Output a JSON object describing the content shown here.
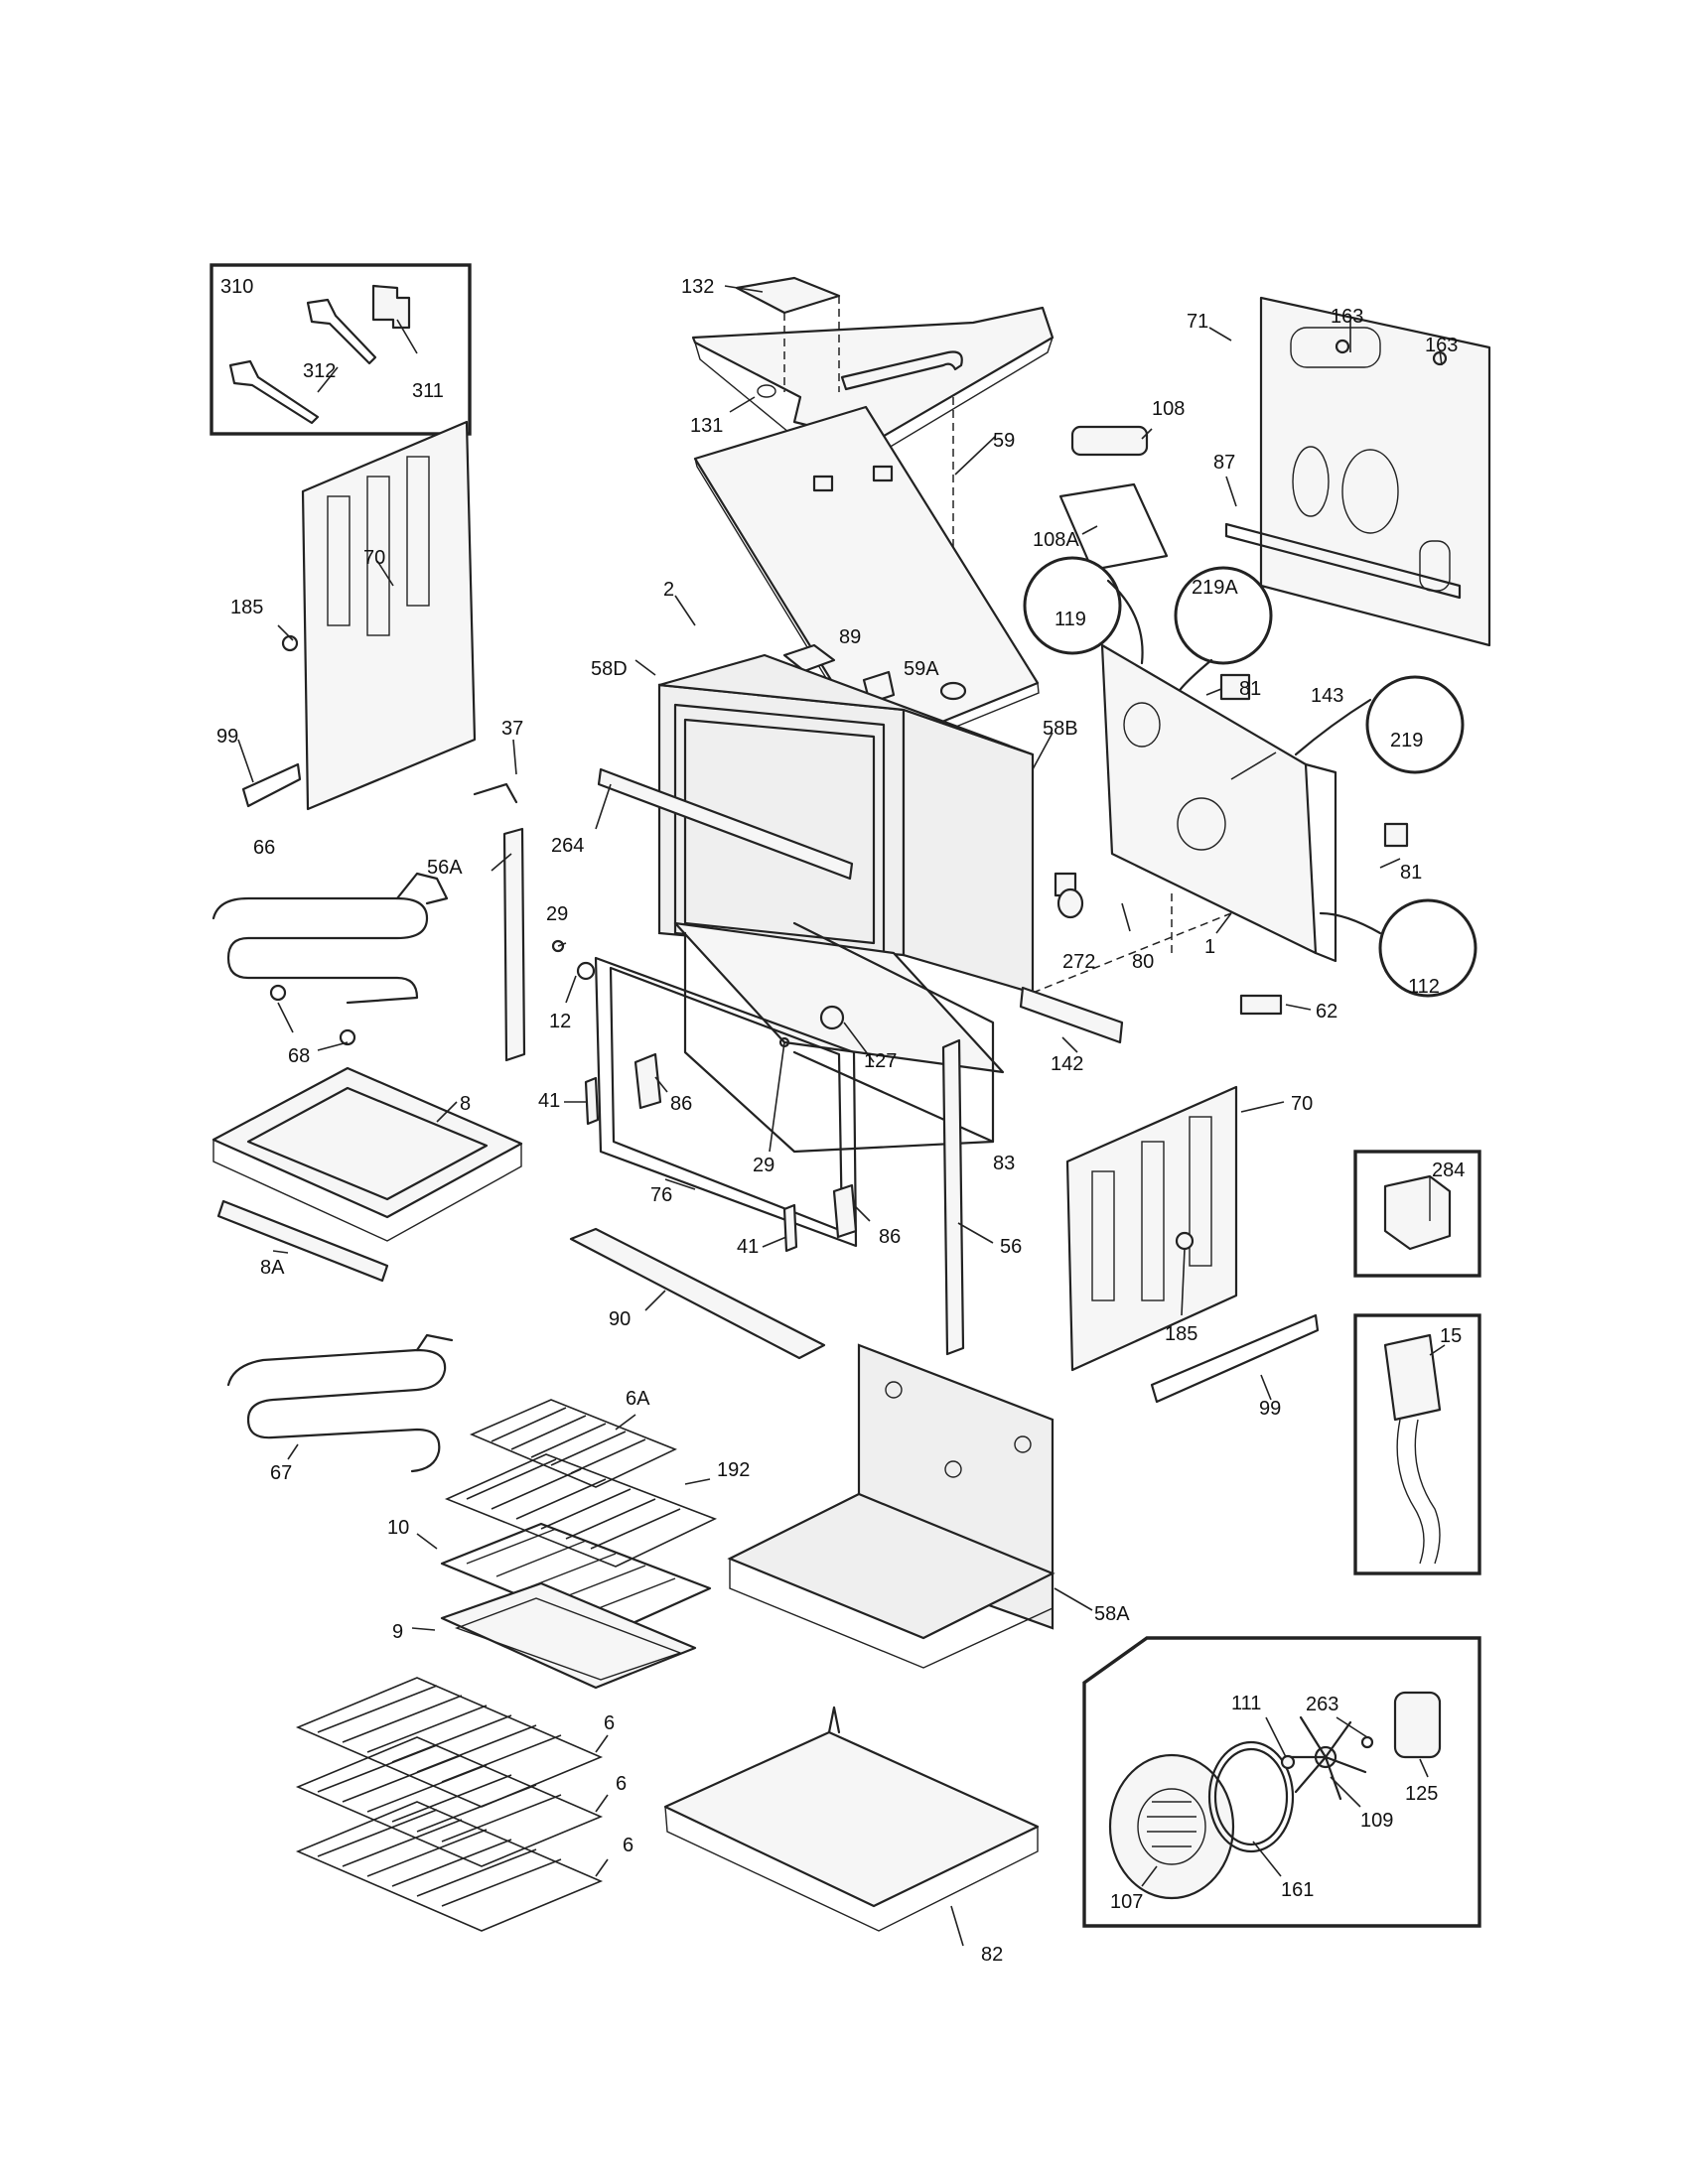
{
  "parts": [
    {
      "id": "p310",
      "text": "310"
    },
    {
      "id": "p312",
      "text": "312"
    },
    {
      "id": "p311",
      "text": "311"
    },
    {
      "id": "p132",
      "text": "132"
    },
    {
      "id": "p131",
      "text": "131"
    },
    {
      "id": "p59",
      "text": "59"
    },
    {
      "id": "p108",
      "text": "108"
    },
    {
      "id": "p108A",
      "text": "108A"
    },
    {
      "id": "p71",
      "text": "71"
    },
    {
      "id": "p163a",
      "text": "163"
    },
    {
      "id": "p163b",
      "text": "163"
    },
    {
      "id": "p87",
      "text": "87"
    },
    {
      "id": "p70a",
      "text": "70"
    },
    {
      "id": "p185a",
      "text": "185"
    },
    {
      "id": "p99a",
      "text": "99"
    },
    {
      "id": "p2",
      "text": "2"
    },
    {
      "id": "p89",
      "text": "89"
    },
    {
      "id": "p59A",
      "text": "59A"
    },
    {
      "id": "p58D",
      "text": "58D"
    },
    {
      "id": "p58B",
      "text": "58B"
    },
    {
      "id": "p119",
      "text": "119"
    },
    {
      "id": "p219A",
      "text": "219A"
    },
    {
      "id": "p81a",
      "text": "81"
    },
    {
      "id": "p143",
      "text": "143"
    },
    {
      "id": "p219",
      "text": "219"
    },
    {
      "id": "p37",
      "text": "37"
    },
    {
      "id": "p264",
      "text": "264"
    },
    {
      "id": "p66",
      "text": "66"
    },
    {
      "id": "p56A",
      "text": "56A"
    },
    {
      "id": "p29a",
      "text": "29"
    },
    {
      "id": "p12",
      "text": "12"
    },
    {
      "id": "p68",
      "text": "68"
    },
    {
      "id": "p81b",
      "text": "81"
    },
    {
      "id": "p272",
      "text": "272"
    },
    {
      "id": "p80",
      "text": "80"
    },
    {
      "id": "p1",
      "text": "1"
    },
    {
      "id": "p112",
      "text": "112"
    },
    {
      "id": "p62",
      "text": "62"
    },
    {
      "id": "p127",
      "text": "127"
    },
    {
      "id": "p142",
      "text": "142"
    },
    {
      "id": "p8",
      "text": "8"
    },
    {
      "id": "p41a",
      "text": "41"
    },
    {
      "id": "p86a",
      "text": "86"
    },
    {
      "id": "p29b",
      "text": "29"
    },
    {
      "id": "p83",
      "text": "83"
    },
    {
      "id": "p70b",
      "text": "70"
    },
    {
      "id": "p76",
      "text": "76"
    },
    {
      "id": "p8A",
      "text": "8A"
    },
    {
      "id": "p41b",
      "text": "41"
    },
    {
      "id": "p86b",
      "text": "86"
    },
    {
      "id": "p56",
      "text": "56"
    },
    {
      "id": "p284",
      "text": "284"
    },
    {
      "id": "p90",
      "text": "90"
    },
    {
      "id": "p185b",
      "text": "185"
    },
    {
      "id": "p99b",
      "text": "99"
    },
    {
      "id": "p15",
      "text": "15"
    },
    {
      "id": "p6A",
      "text": "6A"
    },
    {
      "id": "p67",
      "text": "67"
    },
    {
      "id": "p192",
      "text": "192"
    },
    {
      "id": "p10",
      "text": "10"
    },
    {
      "id": "p9",
      "text": "9"
    },
    {
      "id": "p58A",
      "text": "58A"
    },
    {
      "id": "p263",
      "text": "263"
    },
    {
      "id": "p111",
      "text": "111"
    },
    {
      "id": "p125",
      "text": "125"
    },
    {
      "id": "p109",
      "text": "109"
    },
    {
      "id": "p161",
      "text": "161"
    },
    {
      "id": "p107",
      "text": "107"
    },
    {
      "id": "p6a",
      "text": "6"
    },
    {
      "id": "p6b",
      "text": "6"
    },
    {
      "id": "p6c",
      "text": "6"
    },
    {
      "id": "p82",
      "text": "82"
    }
  ]
}
